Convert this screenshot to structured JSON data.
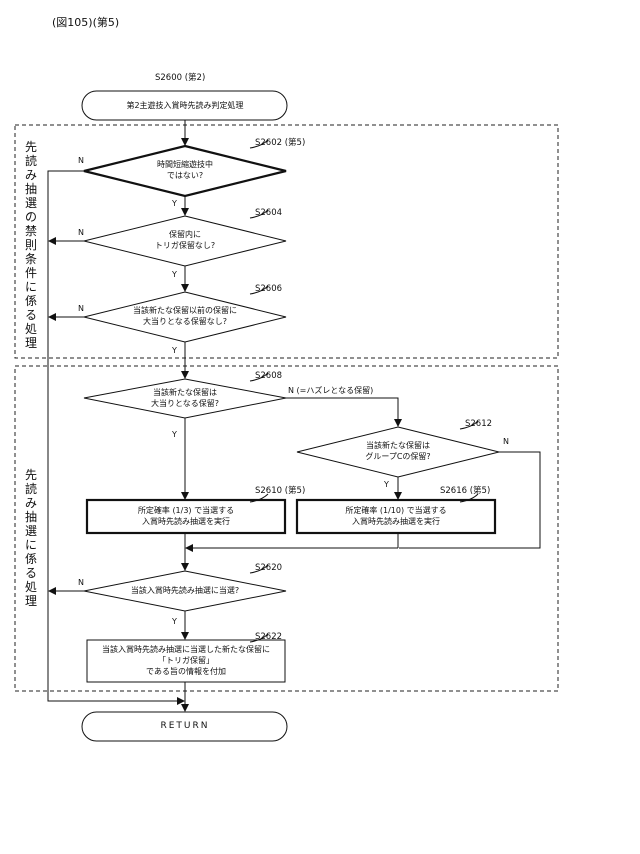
{
  "header": {
    "figure_label": "(図105)(第5)"
  },
  "steps": {
    "s2600": "S2600 (第2)",
    "s2602": "S2602 (第5)",
    "s2604": "S2604",
    "s2606": "S2606",
    "s2608": "S2608",
    "s2612": "S2612",
    "s2610": "S2610 (第5)",
    "s2616": "S2616 (第5)",
    "s2620": "S2620",
    "s2622": "S2622"
  },
  "nodes": {
    "start": "第2主遊技入賞時先読み判定処理",
    "d2602_l1": "時間短縮遊技中",
    "d2602_l2": "ではない?",
    "d2604_l1": "保留内に",
    "d2604_l2": "トリガ保留なし?",
    "d2606_l1": "当該新たな保留以前の保留に",
    "d2606_l2": "大当りとなる保留なし?",
    "d2608_l1": "当該新たな保留は",
    "d2608_l2": "大当りとなる保留?",
    "d2612_l1": "当該新たな保留は",
    "d2612_l2": "グループCの保留?",
    "p2610_l1": "所定確率 (1/3) で当選する",
    "p2610_l2": "入賞時先読み抽選を実行",
    "p2616_l1": "所定確率 (1/10) で当選する",
    "p2616_l2": "入賞時先読み抽選を実行",
    "d2620": "当該入賞時先読み抽選に当選?",
    "p2622_l1": "当該入賞時先読み抽選に当選した新たな保留に",
    "p2622_l2": "「トリガ保留」",
    "p2622_l3": "である旨の情報を付加",
    "end": "RETURN"
  },
  "edge_labels": {
    "n": "N",
    "y": "Y",
    "n_hazure": "N (=ハズレとなる保留)"
  },
  "groups": {
    "prohibition": "先読み抽選の禁則条件に係る処理",
    "lottery": "先読み抽選に係る処理"
  }
}
